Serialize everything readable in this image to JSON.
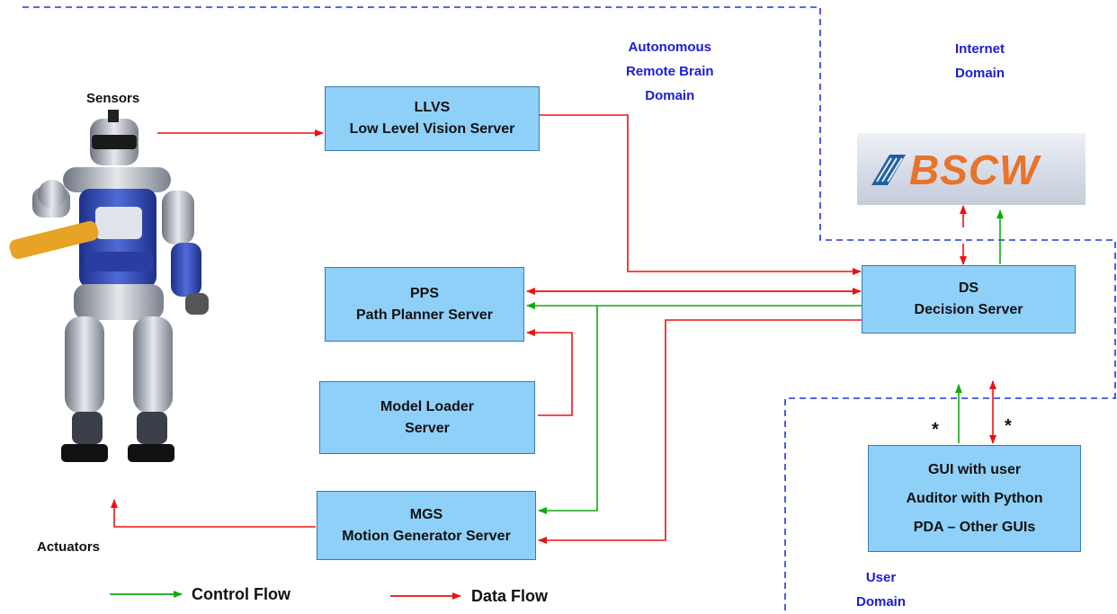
{
  "domains": {
    "autonomous": [
      "Autonomous",
      "Remote Brain",
      "Domain"
    ],
    "internet": [
      "Internet",
      "Domain"
    ],
    "user": [
      "User",
      "Domain"
    ]
  },
  "robot": {
    "sensors_label": "Sensors",
    "actuators_label": "Actuators"
  },
  "servers": {
    "llvs": {
      "line1": "LLVS",
      "line2": "Low Level Vision Server"
    },
    "pps": {
      "line1": "PPS",
      "line2": "Path Planner Server"
    },
    "model": {
      "line1": "Model Loader",
      "line2": "Server"
    },
    "mgs": {
      "line1": "MGS",
      "line2": "Motion Generator Server"
    },
    "ds": {
      "line1": "DS",
      "line2": "Decision Server"
    },
    "gui": {
      "line1": "GUI with user",
      "line2": "Auditor with Python",
      "line3": "PDA – Other GUIs"
    }
  },
  "bscw": {
    "logo_text": "BSCW"
  },
  "multiplicity": {
    "left": "*",
    "right": "*"
  },
  "legend": {
    "control_flow": "Control Flow",
    "data_flow": "Data Flow"
  },
  "colors": {
    "data_flow": "#ee1111",
    "control_flow": "#11aa11",
    "domain_border": "#2233dd",
    "box_fill": "#8fd0f8"
  }
}
